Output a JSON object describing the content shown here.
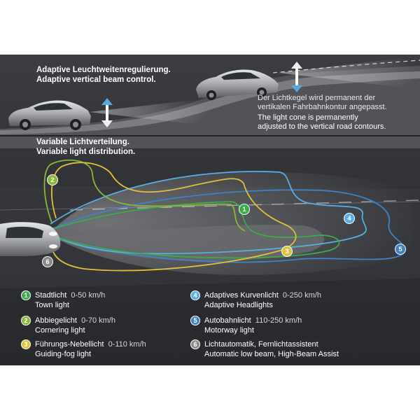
{
  "vertical_section": {
    "title_de": "Adaptive Leuchtweitenregulierung.",
    "title_en": "Adaptive vertical beam control.",
    "note_de_1": "Der Lichtkegel wird permanent der",
    "note_de_2": "vertikalen Fahrbahnkontur angepasst.",
    "note_en_1": "The light cone is permanently",
    "note_en_2": "adjusted to the vertical road contours."
  },
  "distribution_section": {
    "title_de": "Variable Lichtverteilung.",
    "title_en": "Variable light distribution."
  },
  "legend": [
    {
      "num": "1",
      "name": "Stadtlicht",
      "speed": "0-50 km/h",
      "en": "Town light",
      "color": "#3daa4e"
    },
    {
      "num": "2",
      "name": "Abbiegelicht",
      "speed": "0-70 km/h",
      "en": "Cornering light",
      "color": "#8cb53c"
    },
    {
      "num": "3",
      "name": "Führungs-Nebellicht",
      "speed": "0-110 km/h",
      "en": "Guiding-fog light",
      "color": "#e0c03a"
    },
    {
      "num": "4",
      "name": "Adaptives Kurvenlicht",
      "speed": "0-250 km/h",
      "en": "Adaptive Headlights",
      "color": "#5aaee0"
    },
    {
      "num": "5",
      "name": "Autobahnlicht",
      "speed": "110-250 km/h",
      "en": "Motorway light",
      "color": "#3f83c4"
    },
    {
      "num": "6",
      "name": "Lichtautomatik, Fernlichtassistent",
      "speed": "",
      "en": "Automatic low beam, High-Beam Assist",
      "color": "#8a8a8a"
    }
  ],
  "colors": {
    "town": "#3daa4e",
    "cornering": "#8cb53c",
    "fog": "#e0c03a",
    "adaptive": "#5aaee0",
    "motorway": "#3f83c4",
    "auto": "#8a8a8a",
    "arrow": "#58a8de"
  }
}
